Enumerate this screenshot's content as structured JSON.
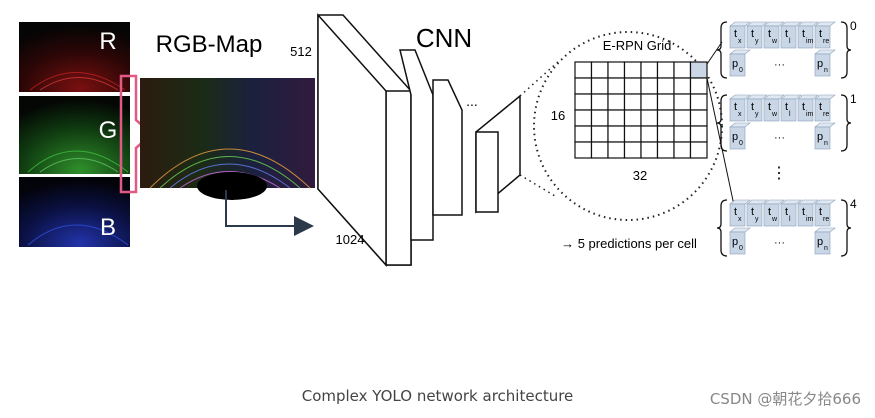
{
  "channels": [
    {
      "label": "R",
      "color": "#e0312a"
    },
    {
      "label": "G",
      "color": "#38b03a"
    },
    {
      "label": "B",
      "color": "#2c55e0"
    }
  ],
  "rgb_map": {
    "title": "RGB-Map"
  },
  "cnn": {
    "title": "CNN",
    "dim_height": "512",
    "dim_width": "1024",
    "ellipsis": "..."
  },
  "grid": {
    "title": "E-RPN Grid",
    "rows_label": "16",
    "cols_label": "32",
    "rows": 6,
    "cols": 8
  },
  "predictions": {
    "note": "→ 5 predictions per cell",
    "vectors": [
      {
        "index": "0",
        "params": [
          "x",
          "y",
          "w",
          "l",
          "im",
          "re"
        ],
        "first": "0",
        "last": "n"
      },
      {
        "index": "1",
        "params": [
          "x",
          "y",
          "w",
          "l",
          "im",
          "re"
        ],
        "first": "0",
        "last": "n"
      },
      {
        "index": "4",
        "params": [
          "x",
          "y",
          "w",
          "l",
          "im",
          "re"
        ],
        "first": "0",
        "last": "n"
      }
    ],
    "param_symbol": "t",
    "class_symbol": "p",
    "dots": "···",
    "vertical_dots": "⋮"
  },
  "caption": "Complex YOLO network architecture",
  "watermark": "CSDN @朝花夕拾666",
  "colors": {
    "accent_pink": "#e05a85",
    "cube_face": "#c8d6e6",
    "cube_side": "#dfe8f2",
    "arrow": "#2a3a4a"
  }
}
